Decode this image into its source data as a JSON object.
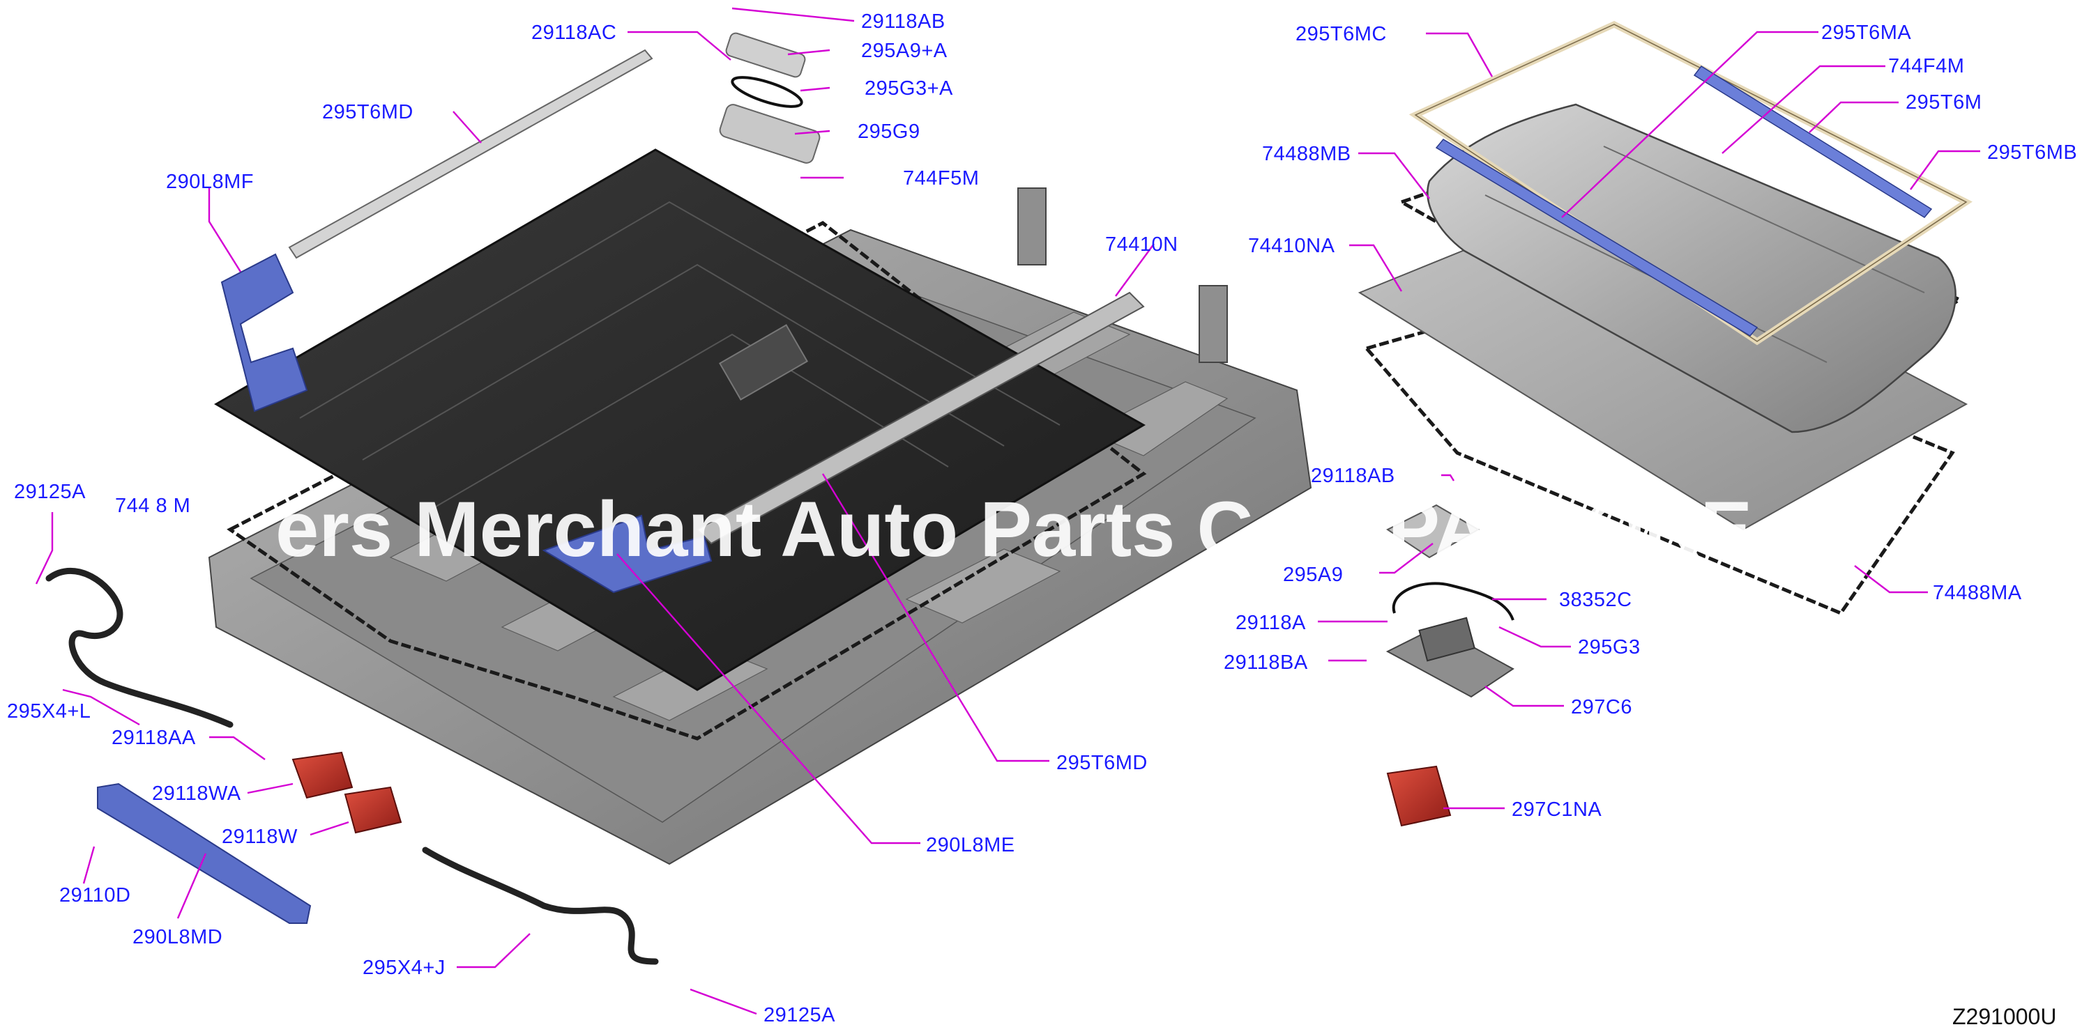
{
  "diagram": {
    "code": "Z291000U",
    "watermark": "ers Merchant Auto Parts Cate  PA  S ORE",
    "callouts": [
      {
        "id": "c-29118ab-top",
        "label": "29118AB"
      },
      {
        "id": "c-29118ac",
        "label": "29118AC"
      },
      {
        "id": "c-295a9a",
        "label": "295A9+A"
      },
      {
        "id": "c-295g3a",
        "label": "295G3+A"
      },
      {
        "id": "c-295g9",
        "label": "295G9"
      },
      {
        "id": "c-295t6md-top",
        "label": "295T6MD"
      },
      {
        "id": "c-290l8mf",
        "label": "290L8MF"
      },
      {
        "id": "c-744f5m",
        "label": "744F5M"
      },
      {
        "id": "c-74410n",
        "label": "74410N"
      },
      {
        "id": "c-74488m-partial",
        "label": "744 8 M"
      },
      {
        "id": "c-29125a-left",
        "label": "29125A"
      },
      {
        "id": "c-295x4l",
        "label": "295X4+L"
      },
      {
        "id": "c-29118aa",
        "label": "29118AA"
      },
      {
        "id": "c-29118wa",
        "label": "29118WA"
      },
      {
        "id": "c-29118w",
        "label": "29118W"
      },
      {
        "id": "c-29110d",
        "label": "29110D"
      },
      {
        "id": "c-290l8md",
        "label": "290L8MD"
      },
      {
        "id": "c-295x4j",
        "label": "295X4+J"
      },
      {
        "id": "c-29125a-bottom",
        "label": "29125A"
      },
      {
        "id": "c-290l8me",
        "label": "290L8ME"
      },
      {
        "id": "c-295t6md-mid",
        "label": "295T6MD"
      },
      {
        "id": "c-295t6mc",
        "label": "295T6MC"
      },
      {
        "id": "c-295t6ma",
        "label": "295T6MA"
      },
      {
        "id": "c-744f4m",
        "label": "744F4M"
      },
      {
        "id": "c-295t6m",
        "label": "295T6M"
      },
      {
        "id": "c-295t6mb",
        "label": "295T6MB"
      },
      {
        "id": "c-74488mb",
        "label": "74488MB"
      },
      {
        "id": "c-74410na",
        "label": "74410NA"
      },
      {
        "id": "c-29118ab-right",
        "label": "29118AB"
      },
      {
        "id": "c-295a9",
        "label": "295A9"
      },
      {
        "id": "c-38352c",
        "label": "38352C"
      },
      {
        "id": "c-29118a",
        "label": "29118A"
      },
      {
        "id": "c-295g3",
        "label": "295G3"
      },
      {
        "id": "c-29118ba",
        "label": "29118BA"
      },
      {
        "id": "c-297c6",
        "label": "297C6"
      },
      {
        "id": "c-297c1na",
        "label": "297C1NA"
      },
      {
        "id": "c-74488ma",
        "label": "74488MA"
      }
    ],
    "colors": {
      "callout_text": "#1a1aff",
      "leader_line": "#d400d4",
      "tray_body": "#9a9a9a",
      "lid_dark": "#2b2b2b",
      "bracket_blue": "#5b6fc9",
      "connector_red": "#c8302a",
      "gasket_tan": "#e6d9b8"
    }
  }
}
